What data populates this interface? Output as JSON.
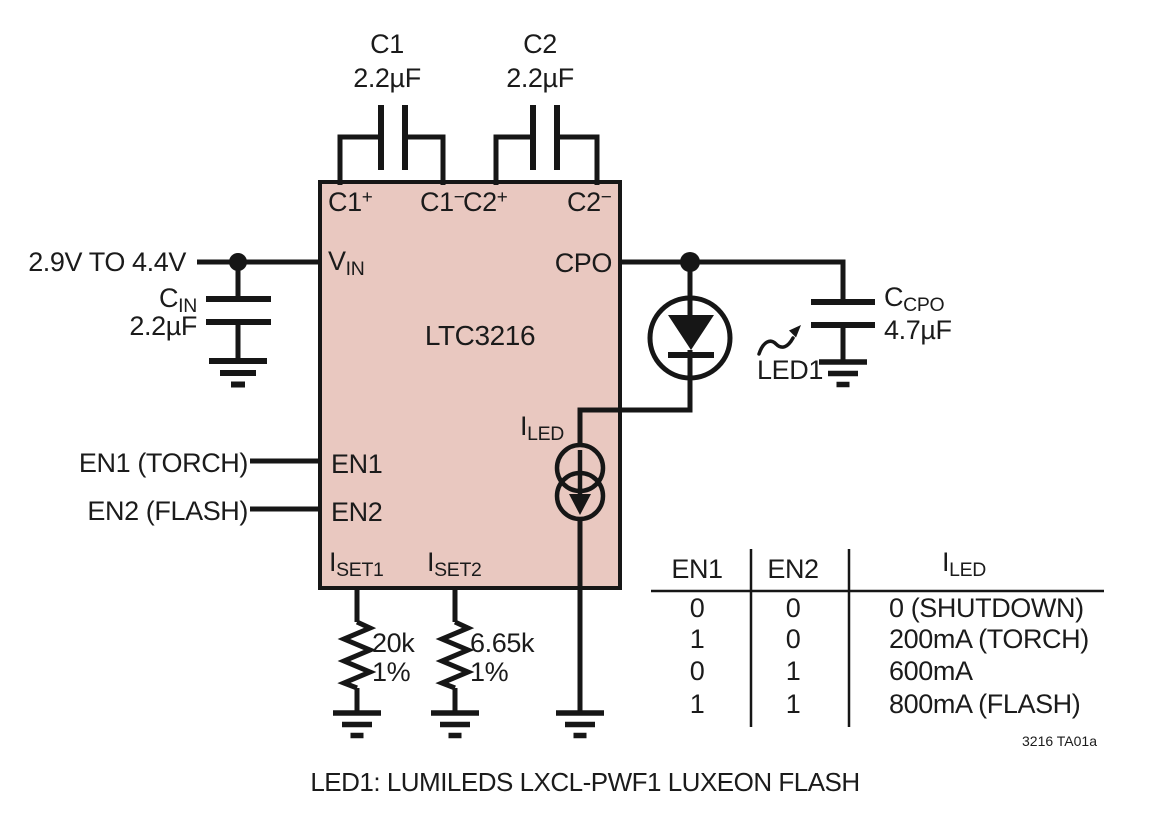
{
  "diagram": {
    "ic": {
      "name": "LTC3216",
      "pins": {
        "c1_plus": {
          "text": "C1",
          "sup": "+"
        },
        "c1_minus": {
          "text": "C1",
          "sup": "−"
        },
        "c2_plus": {
          "text": "C2",
          "sup": "+"
        },
        "c2_minus": {
          "text": "C2",
          "sup": "−"
        },
        "vin": {
          "text": "V",
          "sub": "IN"
        },
        "cpo": {
          "text": "CPO"
        },
        "en1": {
          "text": "EN1"
        },
        "en2": {
          "text": "EN2"
        },
        "iset1": {
          "text": "I",
          "sub": "SET1"
        },
        "iset2": {
          "text": "I",
          "sub": "SET2"
        },
        "iled": {
          "text": "I",
          "sub": "LED"
        }
      }
    },
    "components": {
      "c1": {
        "ref": "C1",
        "value": "2.2µF"
      },
      "c2": {
        "ref": "C2",
        "value": "2.2µF"
      },
      "cin": {
        "ref": "C",
        "ref_sub": "IN",
        "value": "2.2µF"
      },
      "ccpo": {
        "ref": "C",
        "ref_sub": "CPO",
        "value": "4.7µF"
      },
      "r_set1": {
        "value": "20k",
        "tolerance": "1%"
      },
      "r_set2": {
        "value": "6.65k",
        "tolerance": "1%"
      },
      "led1": {
        "ref": "LED1"
      }
    },
    "nets": {
      "supply": "2.9V TO 4.4V",
      "en1_input": "EN1 (TORCH)",
      "en2_input": "EN2 (FLASH)"
    }
  },
  "truth_table": {
    "headers": {
      "en1": "EN1",
      "en2": "EN2",
      "iled": {
        "text": "I",
        "sub": "LED"
      }
    },
    "rows": [
      [
        "0",
        "0",
        "0 (SHUTDOWN)"
      ],
      [
        "1",
        "0",
        "200mA (TORCH)"
      ],
      [
        "0",
        "1",
        "600mA"
      ],
      [
        "1",
        "1",
        "800mA (FLASH)"
      ]
    ]
  },
  "figure_id": "3216 TA01a",
  "caption": "LED1: LUMILEDS LXCL-PWF1 LUXEON FLASH",
  "colors": {
    "line": "#161616",
    "ic_fill": "#e9c8c0"
  }
}
